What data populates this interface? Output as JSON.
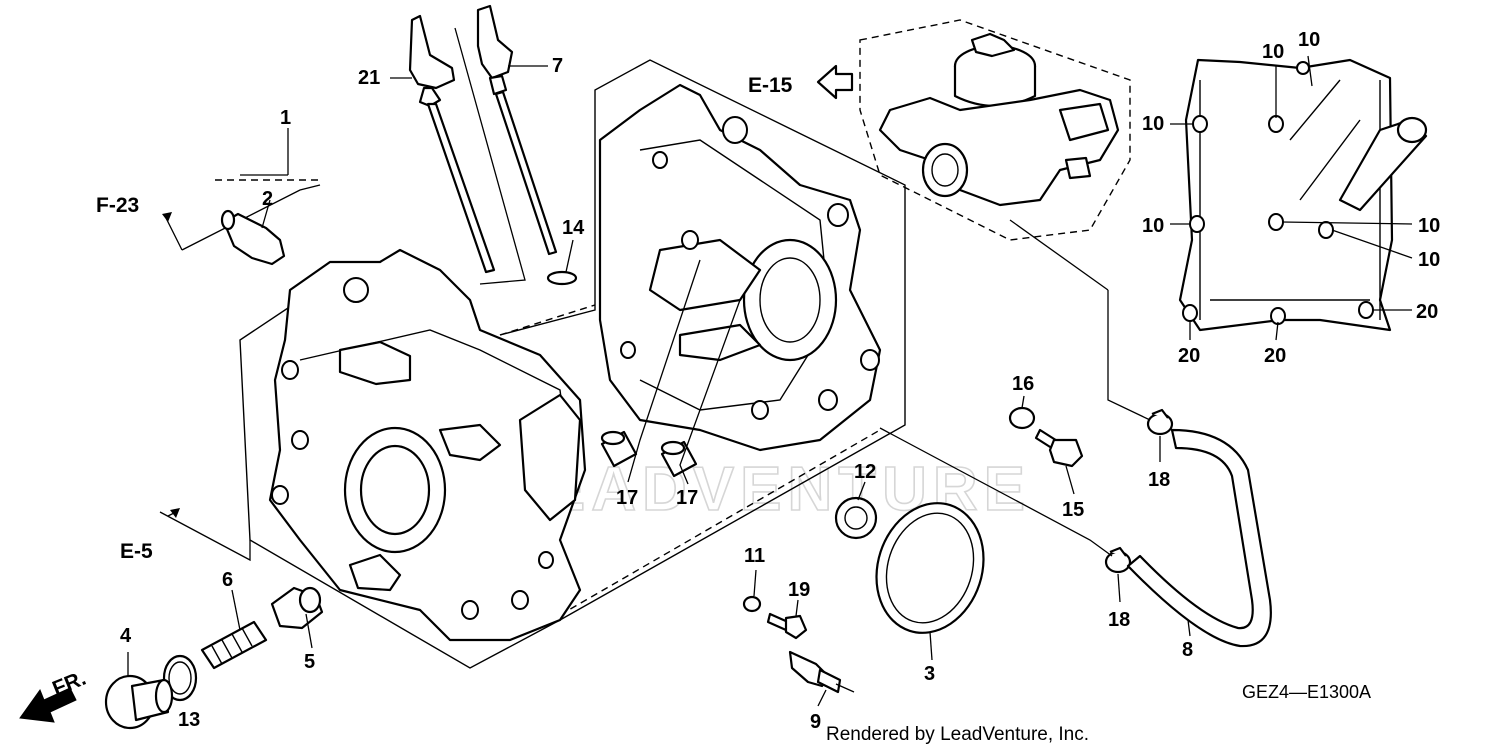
{
  "diagram": {
    "part_callouts": [
      "1",
      "2",
      "3",
      "4",
      "5",
      "6",
      "7",
      "8",
      "9",
      "10",
      "11",
      "12",
      "13",
      "14",
      "15",
      "16",
      "17",
      "18",
      "19",
      "20",
      "21"
    ],
    "section_refs": {
      "e15": "E-15",
      "f23": "F-23",
      "e5": "E-5"
    },
    "direction_label": "FR.",
    "drawing_code": "GEZ4—E1300A",
    "watermark": "LEADVENTURE",
    "credit": "Rendered by LeadVenture, Inc."
  }
}
